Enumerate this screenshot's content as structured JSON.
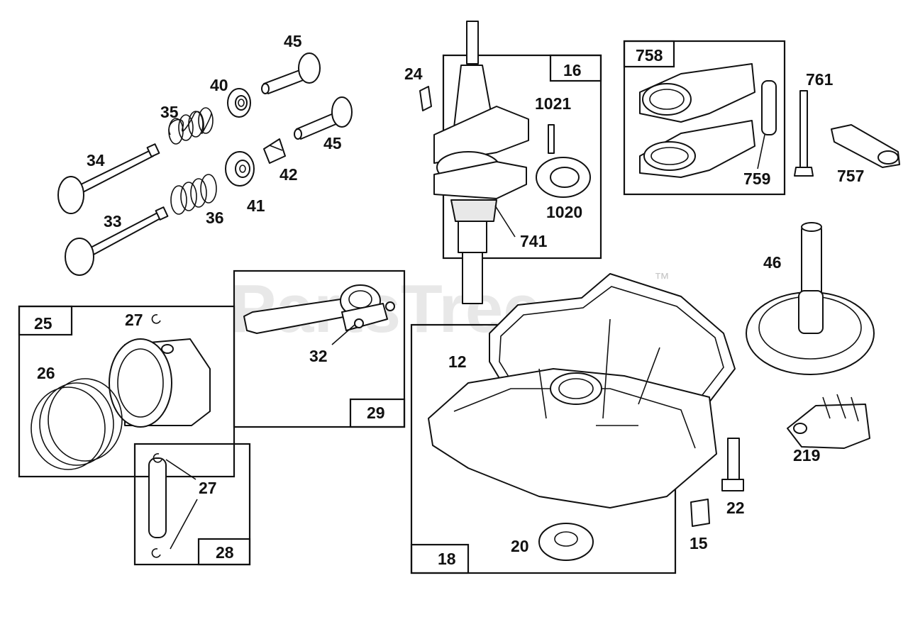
{
  "watermark": {
    "text": "PartsTree",
    "trademark": "™"
  },
  "labels": {
    "l45a": "45",
    "l40": "40",
    "l35": "35",
    "l45b": "45",
    "l34": "34",
    "l42": "42",
    "l41": "41",
    "l36": "36",
    "l33": "33",
    "l24": "24",
    "l16": "16",
    "l1021": "1021",
    "l1020": "1020",
    "l741": "741",
    "l758": "758",
    "l759": "759",
    "l761": "761",
    "l757": "757",
    "l46": "46",
    "l25": "25",
    "l27a": "27",
    "l26": "26",
    "l29": "29",
    "l32": "32",
    "l12": "12",
    "l18": "18",
    "l20": "20",
    "l15": "15",
    "l22": "22",
    "l219": "219",
    "l27b": "27",
    "l28": "28"
  }
}
